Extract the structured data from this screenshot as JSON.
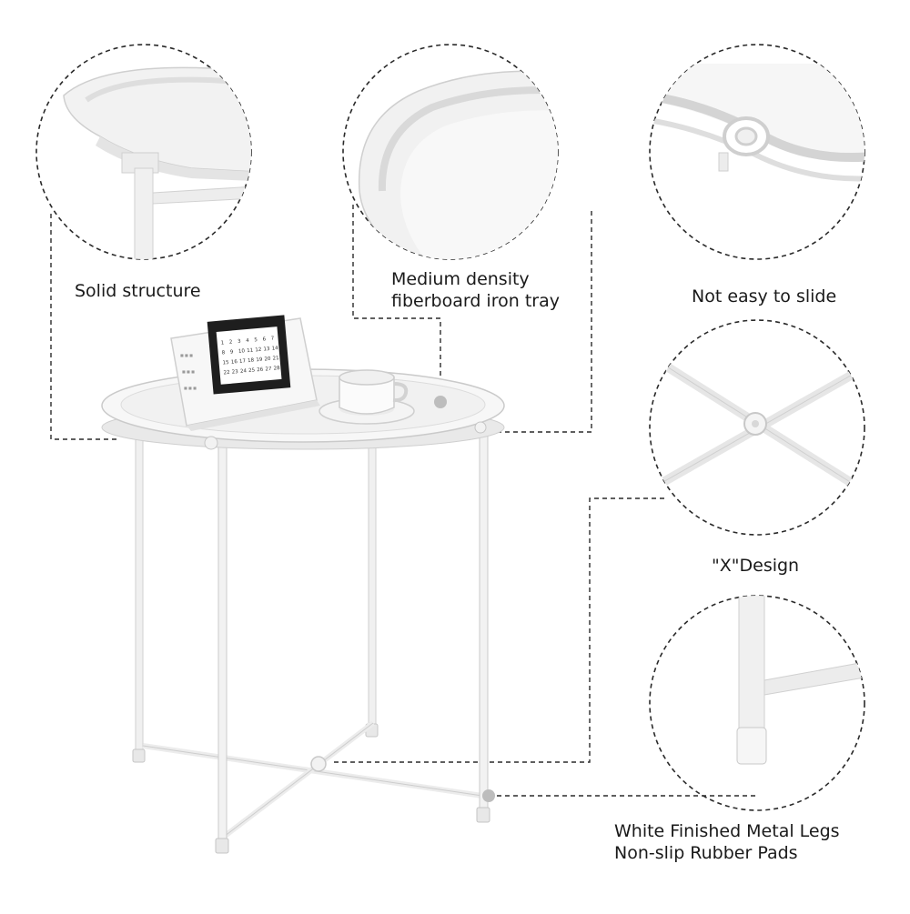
{
  "callouts": {
    "solid_structure": "Solid structure",
    "tray_line1": "Medium density",
    "tray_line2": "fiberboard iron tray",
    "not_easy_to_slide": "Not easy to slide",
    "x_design": "\"X\"Design",
    "legs_line1": "White Finished Metal Legs",
    "legs_line2": "Non-slip Rubber Pads"
  },
  "calendar": {
    "rows": [
      [
        "1",
        "2",
        "3",
        "4",
        "5",
        "6",
        "7"
      ],
      [
        "8",
        "9",
        "10",
        "11",
        "12",
        "13",
        "14"
      ],
      [
        "15",
        "16",
        "17",
        "18",
        "19",
        "20",
        "21"
      ],
      [
        "22",
        "23",
        "24",
        "25",
        "26",
        "27",
        "28"
      ]
    ]
  },
  "colors": {
    "product": "#f4f4f4",
    "product_edge": "#d6d6d6",
    "callout_line": "#2a2a2a",
    "text": "#1a1a1a",
    "marker_dot": "#bdbdbd"
  }
}
